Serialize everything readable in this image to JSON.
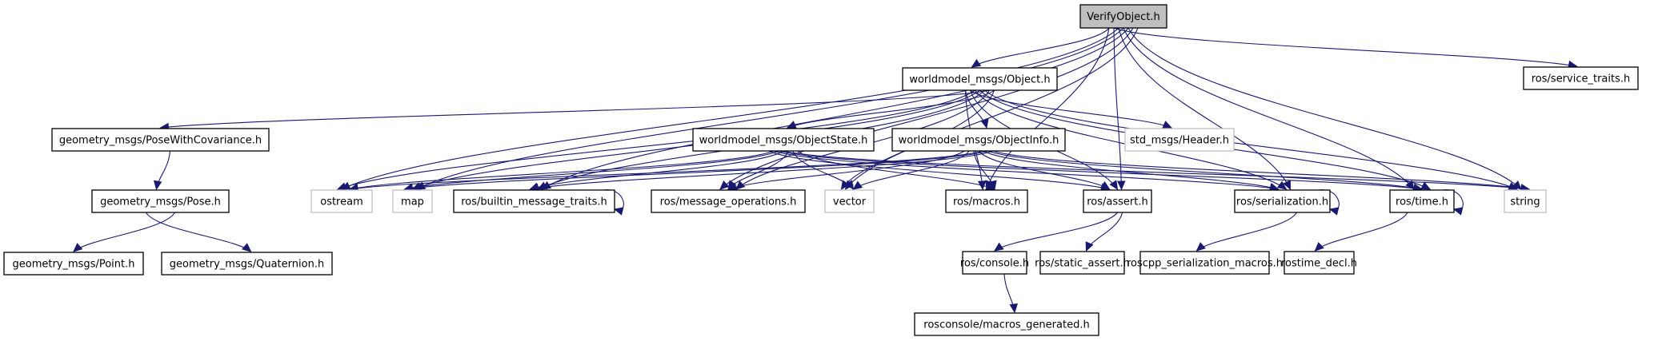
{
  "diagram": {
    "title": "VerifyObject.h include dependency graph",
    "colors": {
      "edge": "#191970",
      "root_fill": "#bfbfbf",
      "node_border": "#000000",
      "external_border": "#bfbfbf",
      "node_fill": "#ffffff"
    },
    "nodes": [
      {
        "id": "verify",
        "label": "VerifyObject.h",
        "kind": "root"
      },
      {
        "id": "object",
        "label": "worldmodel_msgs/Object.h",
        "kind": "file"
      },
      {
        "id": "service_traits",
        "label": "ros/service_traits.h",
        "kind": "file"
      },
      {
        "id": "posecov",
        "label": "geometry_msgs/PoseWithCovariance.h",
        "kind": "file"
      },
      {
        "id": "objstate",
        "label": "worldmodel_msgs/ObjectState.h",
        "kind": "file"
      },
      {
        "id": "objinfo",
        "label": "worldmodel_msgs/ObjectInfo.h",
        "kind": "file"
      },
      {
        "id": "header",
        "label": "std_msgs/Header.h",
        "kind": "external"
      },
      {
        "id": "pose",
        "label": "geometry_msgs/Pose.h",
        "kind": "file"
      },
      {
        "id": "ostream",
        "label": "ostream",
        "kind": "external"
      },
      {
        "id": "map",
        "label": "map",
        "kind": "external"
      },
      {
        "id": "builtin",
        "label": "ros/builtin_message_traits.h",
        "kind": "file"
      },
      {
        "id": "msgops",
        "label": "ros/message_operations.h",
        "kind": "file"
      },
      {
        "id": "vector",
        "label": "vector",
        "kind": "external"
      },
      {
        "id": "macros",
        "label": "ros/macros.h",
        "kind": "file"
      },
      {
        "id": "assert",
        "label": "ros/assert.h",
        "kind": "file"
      },
      {
        "id": "serialization",
        "label": "ros/serialization.h",
        "kind": "file"
      },
      {
        "id": "time",
        "label": "ros/time.h",
        "kind": "file"
      },
      {
        "id": "string",
        "label": "string",
        "kind": "external"
      },
      {
        "id": "point",
        "label": "geometry_msgs/Point.h",
        "kind": "file"
      },
      {
        "id": "quaternion",
        "label": "geometry_msgs/Quaternion.h",
        "kind": "file"
      },
      {
        "id": "console",
        "label": "ros/console.h",
        "kind": "file"
      },
      {
        "id": "static_assert",
        "label": "ros/static_assert.h",
        "kind": "file"
      },
      {
        "id": "ser_macros",
        "label": "roscpp_serialization_macros.h",
        "kind": "file"
      },
      {
        "id": "rostime_decl",
        "label": "rostime_decl.h",
        "kind": "file"
      },
      {
        "id": "macros_generated",
        "label": "rosconsole/macros_generated.h",
        "kind": "file"
      }
    ],
    "edges": [
      [
        "verify",
        "object"
      ],
      [
        "verify",
        "service_traits"
      ],
      [
        "verify",
        "ostream"
      ],
      [
        "verify",
        "map"
      ],
      [
        "verify",
        "builtin"
      ],
      [
        "verify",
        "msgops"
      ],
      [
        "verify",
        "vector"
      ],
      [
        "verify",
        "macros"
      ],
      [
        "verify",
        "assert"
      ],
      [
        "verify",
        "serialization"
      ],
      [
        "verify",
        "time"
      ],
      [
        "verify",
        "string"
      ],
      [
        "object",
        "posecov"
      ],
      [
        "object",
        "objstate"
      ],
      [
        "object",
        "objinfo"
      ],
      [
        "object",
        "header"
      ],
      [
        "object",
        "ostream"
      ],
      [
        "object",
        "map"
      ],
      [
        "object",
        "builtin"
      ],
      [
        "object",
        "msgops"
      ],
      [
        "object",
        "vector"
      ],
      [
        "object",
        "macros"
      ],
      [
        "object",
        "assert"
      ],
      [
        "object",
        "serialization"
      ],
      [
        "object",
        "time"
      ],
      [
        "object",
        "string"
      ],
      [
        "posecov",
        "pose"
      ],
      [
        "pose",
        "point"
      ],
      [
        "pose",
        "quaternion"
      ],
      [
        "objstate",
        "ostream"
      ],
      [
        "objstate",
        "map"
      ],
      [
        "objstate",
        "builtin"
      ],
      [
        "objstate",
        "msgops"
      ],
      [
        "objstate",
        "vector"
      ],
      [
        "objstate",
        "macros"
      ],
      [
        "objstate",
        "assert"
      ],
      [
        "objstate",
        "serialization"
      ],
      [
        "objstate",
        "time"
      ],
      [
        "objstate",
        "string"
      ],
      [
        "objinfo",
        "ostream"
      ],
      [
        "objinfo",
        "map"
      ],
      [
        "objinfo",
        "builtin"
      ],
      [
        "objinfo",
        "msgops"
      ],
      [
        "objinfo",
        "vector"
      ],
      [
        "objinfo",
        "macros"
      ],
      [
        "objinfo",
        "assert"
      ],
      [
        "objinfo",
        "serialization"
      ],
      [
        "objinfo",
        "time"
      ],
      [
        "objinfo",
        "string"
      ],
      [
        "builtin",
        "builtin"
      ],
      [
        "serialization",
        "serialization"
      ],
      [
        "time",
        "time"
      ],
      [
        "assert",
        "console"
      ],
      [
        "assert",
        "static_assert"
      ],
      [
        "console",
        "macros_generated"
      ],
      [
        "serialization",
        "ser_macros"
      ],
      [
        "time",
        "rostime_decl"
      ]
    ]
  }
}
